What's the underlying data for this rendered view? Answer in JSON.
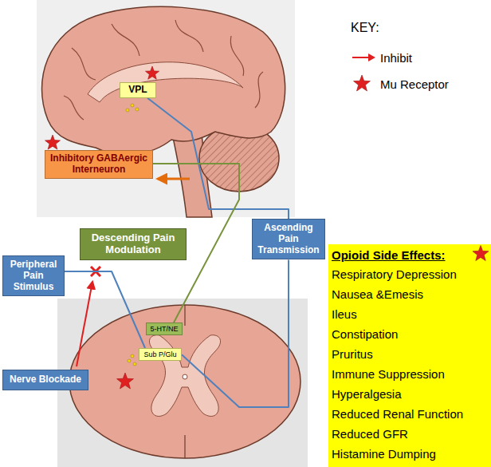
{
  "diagram": {
    "nodes": [
      {
        "text": [
          "VPL"
        ]
      },
      {
        "text": [
          "Inhibitory GABAergic Interneuron"
        ]
      },
      {
        "text": [
          "Descending Pain Modulation"
        ]
      },
      {
        "text": [
          "Ascending Pain Transmission"
        ]
      },
      {
        "text": [
          "Opioid Side Effects:",
          "Respiratory Depression",
          "Nausea &Emesis",
          "Ileus",
          "Constipation",
          "Pruritus",
          "Immune Suppression",
          "Hyperalgesia",
          "Reduced Renal Function",
          "Reduced GFR",
          "Histamine Dumping"
        ]
      },
      {
        "text": [
          "Peripheral Pain Stimulus"
        ]
      },
      {
        "text": [
          "5-HT/NE"
        ]
      },
      {
        "text": [
          "Sub P/Glu"
        ]
      },
      {
        "text": [
          "Nerve Blockade"
        ]
      }
    ],
    "edges": [
      {
        "from": 5,
        "to": 7,
        "arrow": "none"
      },
      {
        "from": 7,
        "to": 3,
        "arrow": "none"
      },
      {
        "from": 3,
        "to": 0,
        "arrow": "none"
      },
      {
        "from": 1,
        "to": 6,
        "arrow": "none"
      }
    ],
    "labels": [
      "KEY:"
    ],
    "legend": [
      {
        "text": "Inhibit"
      },
      {
        "text": "Mu Receptor"
      }
    ]
  }
}
